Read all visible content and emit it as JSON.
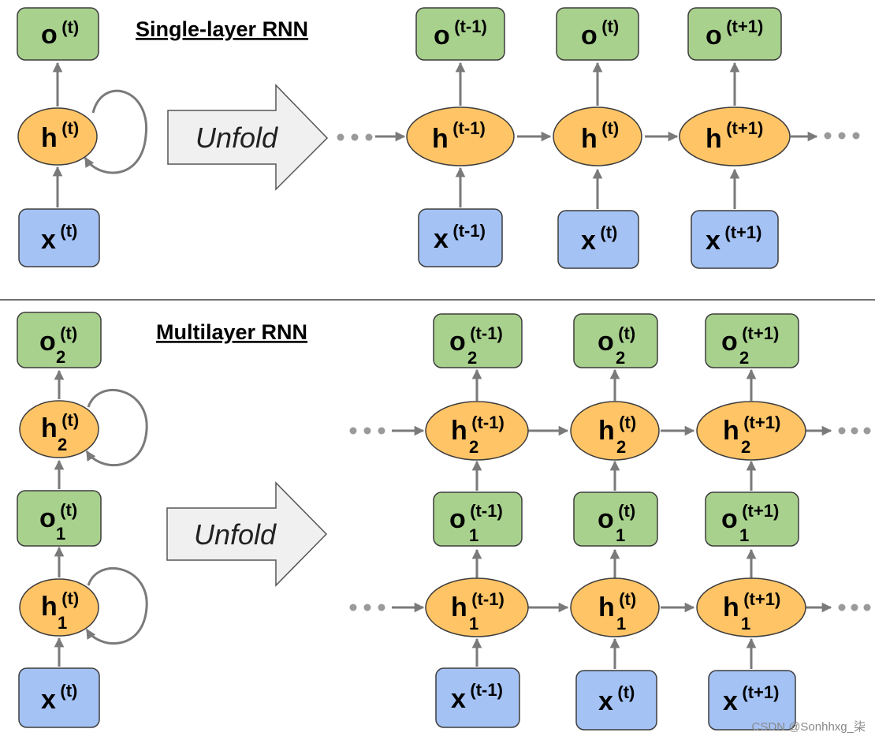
{
  "colors": {
    "output": "#a9d18e",
    "hidden": "#ffc466",
    "input": "#a4c2f4",
    "border": "#3d3d3d",
    "arrow": "#7a7a7a",
    "unfold_arrow_fill": "#f0f0f0"
  },
  "single": {
    "title": "Single-layer RNN",
    "unfold_label": "Unfold",
    "folded": {
      "o": "(t)",
      "h": "(t)",
      "x": "(t)"
    },
    "columns": [
      {
        "o": "(t-1)",
        "h": "(t-1)",
        "x": "(t-1)"
      },
      {
        "o": "(t)",
        "h": "(t)",
        "x": "(t)"
      },
      {
        "o": "(t+1)",
        "h": "(t+1)",
        "x": "(t+1)"
      }
    ]
  },
  "multi": {
    "title": "Multilayer RNN",
    "unfold_label": "Unfold",
    "folded": {
      "o2": "(t)",
      "h2": "(t)",
      "o1": "(t)",
      "h1": "(t)",
      "x": "(t)"
    },
    "columns": [
      {
        "o2": "(t-1)",
        "h2": "(t-1)",
        "o1": "(t-1)",
        "h1": "(t-1)",
        "x": "(t-1)"
      },
      {
        "o2": "(t)",
        "h2": "(t)",
        "o1": "(t)",
        "h1": "(t)",
        "x": "(t)"
      },
      {
        "o2": "(t+1)",
        "h2": "(t+1)",
        "o1": "(t+1)",
        "h1": "(t+1)",
        "x": "(t+1)"
      }
    ]
  },
  "symbols": {
    "o": "o",
    "h": "h",
    "x": "x",
    "layer1": "1",
    "layer2": "2"
  },
  "watermark": "CSDN @Sonhhxg_柒"
}
